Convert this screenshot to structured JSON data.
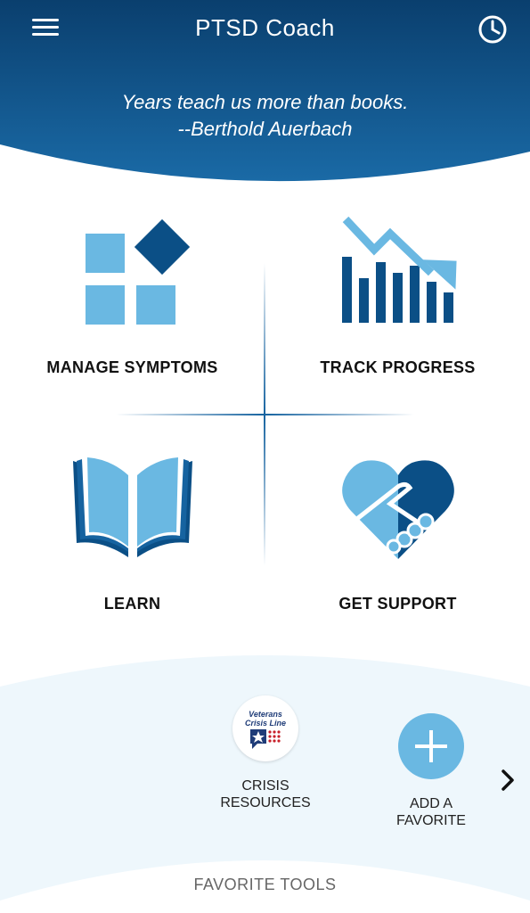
{
  "header": {
    "title": "PTSD Coach",
    "quote_line1": "Years teach us more than books.",
    "quote_line2": "--Berthold Auerbach"
  },
  "tiles": {
    "manage": "MANAGE SYMPTOMS",
    "track": "TRACK PROGRESS",
    "learn": "LEARN",
    "support": "GET SUPPORT"
  },
  "favorites": {
    "crisis_line1": "CRISIS",
    "crisis_line2": "RESOURCES",
    "crisis_logo_line1": "Veterans",
    "crisis_logo_line2": "Crisis Line",
    "add_line1": "ADD A",
    "add_line2": "FAVORITE",
    "section_title": "FAVORITE TOOLS"
  },
  "colors": {
    "navy": "#0b4f86",
    "mid_blue": "#1663a0",
    "light_blue": "#6ab8e2",
    "fav_bg": "#eef7fc"
  },
  "icons": [
    "menu-icon",
    "history-icon",
    "blocks-icon",
    "chart-down-icon",
    "book-icon",
    "handshake-heart-icon",
    "veterans-crisis-line-logo",
    "plus-icon",
    "chevron-right-icon"
  ]
}
